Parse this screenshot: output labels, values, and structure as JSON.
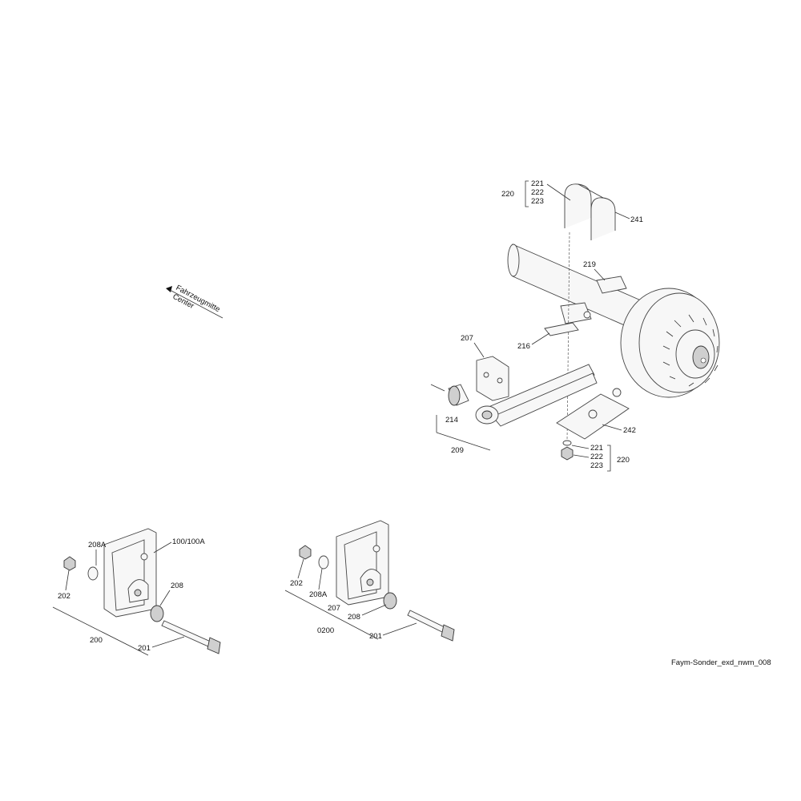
{
  "direction": {
    "line1": "Fahrzeugmitte",
    "line2": "Center"
  },
  "file_id": "Faym-Sonder_exd_nwm_008",
  "labels": {
    "l220_top": "220",
    "l221_top": "221",
    "l222_top": "222",
    "l223_top": "223",
    "l241": "241",
    "l219": "219",
    "l216": "216",
    "l207_top": "207",
    "l214": "214",
    "l209": "209",
    "l242": "242",
    "l221_bot": "221",
    "l222_bot": "222",
    "l223_bot": "223",
    "l220_bot": "220",
    "l208A_left": "208A",
    "l100": "100/100A",
    "l202_left": "202",
    "l208_left": "208",
    "l200": "200",
    "l201_left": "201",
    "l202_right": "202",
    "l208A_right": "208A",
    "l207_right": "207",
    "l208_right": "208",
    "l0200": "0200",
    "l201_right": "201"
  }
}
